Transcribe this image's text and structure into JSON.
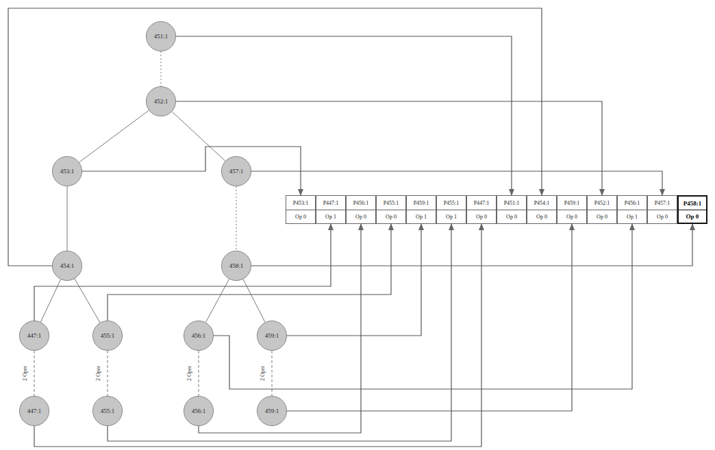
{
  "diagram": {
    "nodes": [
      {
        "text": [
          "451:1"
        ]
      },
      {
        "text": [
          "452:1"
        ]
      },
      {
        "text": [
          "453:1"
        ]
      },
      {
        "text": [
          "457:1"
        ]
      },
      {
        "text": [
          "454:1"
        ]
      },
      {
        "text": [
          "458:1"
        ]
      },
      {
        "text": [
          "447:1"
        ]
      },
      {
        "text": [
          "455:1"
        ]
      },
      {
        "text": [
          "456:1"
        ]
      },
      {
        "text": [
          "459:1"
        ]
      },
      {
        "text": [
          "447:1"
        ]
      },
      {
        "text": [
          "455:1"
        ]
      },
      {
        "text": [
          "456:1"
        ]
      },
      {
        "text": [
          "459:1"
        ]
      },
      {
        "text": [
          "P453:1",
          "Op 0"
        ]
      },
      {
        "text": [
          "P447:1",
          "Op 1"
        ]
      },
      {
        "text": [
          "P456:1",
          "Op 0"
        ]
      },
      {
        "text": [
          "P455:1",
          "Op 0"
        ]
      },
      {
        "text": [
          "P459:1",
          "Op 1"
        ]
      },
      {
        "text": [
          "P455:1",
          "Op 1"
        ]
      },
      {
        "text": [
          "P447:1",
          "Op 0"
        ]
      },
      {
        "text": [
          "P451:1",
          "Op 0"
        ]
      },
      {
        "text": [
          "P454:1",
          "Op 0"
        ]
      },
      {
        "text": [
          "P459:1",
          "Op 0"
        ]
      },
      {
        "text": [
          "P452:1",
          "Op 0"
        ]
      },
      {
        "text": [
          "P456:1",
          "Op 1"
        ]
      },
      {
        "text": [
          "P457:1",
          "Op 0"
        ]
      },
      {
        "text": [
          "P458:1",
          "Op 0"
        ]
      }
    ],
    "edges": [
      {
        "from": 0,
        "to": 1,
        "arrow": "none"
      },
      {
        "from": 1,
        "to": 2,
        "arrow": "none"
      },
      {
        "from": 1,
        "to": 3,
        "arrow": "none"
      },
      {
        "from": 2,
        "to": 4,
        "arrow": "none"
      },
      {
        "from": 3,
        "to": 5,
        "arrow": "none"
      },
      {
        "from": 4,
        "to": 6,
        "arrow": "none"
      },
      {
        "from": 4,
        "to": 7,
        "arrow": "none"
      },
      {
        "from": 5,
        "to": 8,
        "arrow": "none"
      },
      {
        "from": 5,
        "to": 9,
        "arrow": "none"
      },
      {
        "from": 6,
        "to": 10,
        "arrow": "none"
      },
      {
        "from": 7,
        "to": 11,
        "arrow": "none"
      },
      {
        "from": 8,
        "to": 12,
        "arrow": "none"
      },
      {
        "from": 9,
        "to": 13,
        "arrow": "none"
      },
      {
        "from": 2,
        "to": 14,
        "arrow": "to"
      },
      {
        "from": 0,
        "to": 21,
        "arrow": "to"
      },
      {
        "from": 4,
        "to": 22,
        "arrow": "to"
      },
      {
        "from": 1,
        "to": 24,
        "arrow": "to"
      },
      {
        "from": 3,
        "to": 26,
        "arrow": "to"
      },
      {
        "from": 5,
        "to": 27,
        "arrow": "to"
      },
      {
        "from": 6,
        "to": 15,
        "arrow": "to"
      },
      {
        "from": 7,
        "to": 17,
        "arrow": "to"
      },
      {
        "from": 9,
        "to": 18,
        "arrow": "to"
      },
      {
        "from": 8,
        "to": 25,
        "arrow": "to"
      },
      {
        "from": 13,
        "to": 23,
        "arrow": "to"
      },
      {
        "from": 11,
        "to": 19,
        "arrow": "to"
      },
      {
        "from": 12,
        "to": 16,
        "arrow": "to"
      },
      {
        "from": 10,
        "to": 20,
        "arrow": "to"
      }
    ],
    "labels": [
      "2 Oper",
      "2 Oper",
      "2 Oper",
      "2 Oper"
    ]
  }
}
